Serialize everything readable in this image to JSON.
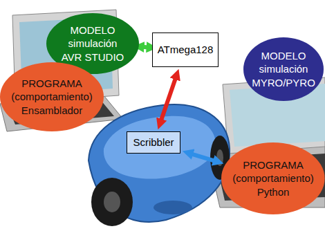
{
  "diagram": {
    "nodes": [
      {
        "text": [
          "MODELO simulación AVR STUDIO"
        ]
      },
      {
        "text": [
          "ATmega128"
        ]
      },
      {
        "text": [
          "MODELO simulación MYRO/PYRO"
        ]
      },
      {
        "text": [
          "PROGRAMA (comportamiento) Ensamblador"
        ]
      },
      {
        "text": [
          "Scribbler"
        ]
      },
      {
        "text": [
          "PROGRAMA (comportamiento) Python"
        ]
      }
    ],
    "edges": [
      {
        "from": 0,
        "to": 1,
        "arrow": "both"
      },
      {
        "from": 1,
        "to": 4,
        "arrow": "both"
      },
      {
        "from": 4,
        "to": 5,
        "arrow": "both"
      }
    ]
  }
}
